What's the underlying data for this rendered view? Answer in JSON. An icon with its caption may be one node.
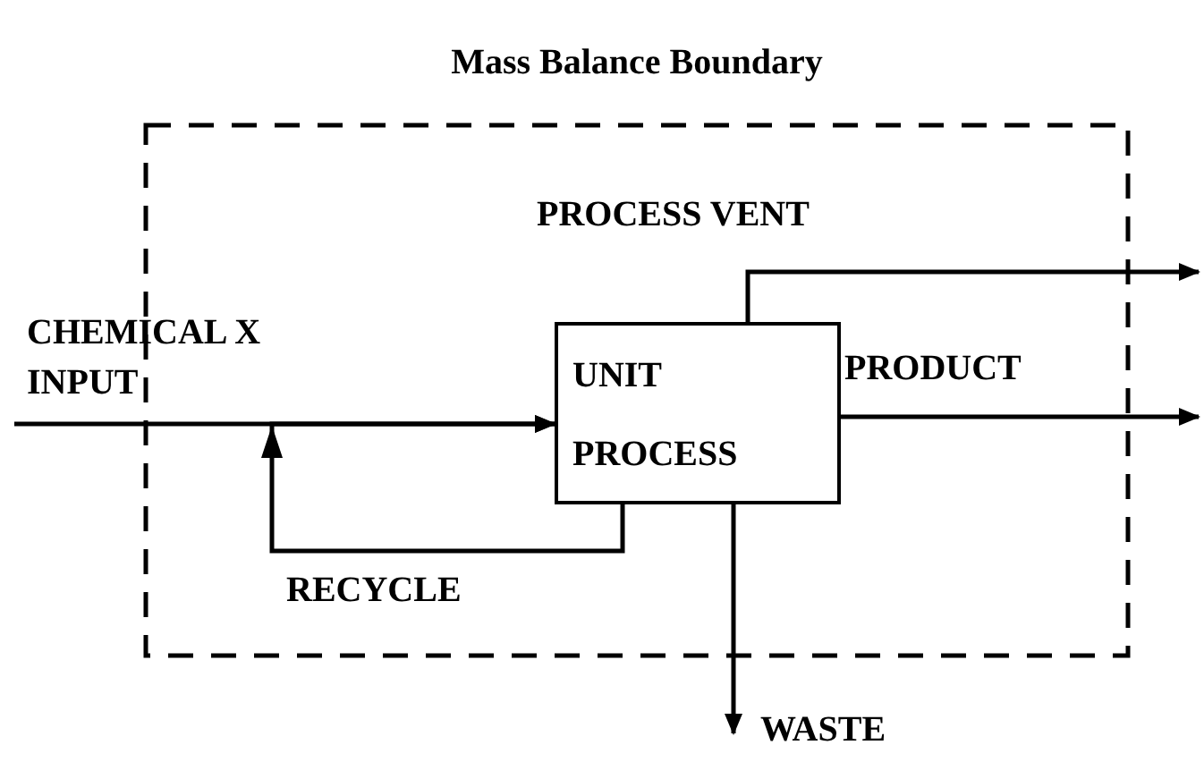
{
  "diagram": {
    "nodes": [
      {
        "text": [
          "Mass Balance Boundary"
        ]
      },
      {
        "text": [
          "UNIT PROCESS"
        ],
        "in": 0
      }
    ],
    "edges": [
      {
        "from": null,
        "to": 1,
        "arrow": "to",
        "label": "CHEMICAL X INPUT"
      },
      {
        "from": 1,
        "to": 1,
        "arrow": "to",
        "label": "RECYCLE"
      },
      {
        "from": 1,
        "to": null,
        "arrow": "to",
        "label": "PROCESS VENT"
      },
      {
        "from": 1,
        "to": null,
        "arrow": "to",
        "label": "PRODUCT"
      },
      {
        "from": 1,
        "to": null,
        "arrow": "to",
        "label": "WASTE"
      }
    ]
  }
}
